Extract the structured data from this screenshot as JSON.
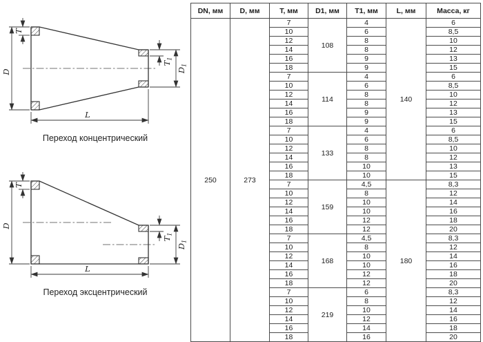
{
  "dim_labels": {
    "T": "T",
    "D": "D",
    "L": "L",
    "T1_base": "T",
    "T1_sub": "1",
    "D1_base": "D",
    "D1_sub": "1"
  },
  "diagrams": {
    "concentric": {
      "caption": "Переход концентрический"
    },
    "eccentric": {
      "caption": "Переход эксцентрический"
    }
  },
  "table": {
    "headers": [
      "DN, мм",
      "D, мм",
      "T, мм",
      "D1, мм",
      "T1, мм",
      "L, мм",
      "Масса, кг"
    ],
    "dn": "250",
    "d": "273",
    "l_column": [
      {
        "value": "140",
        "span": 18
      },
      {
        "value": "180",
        "span": 18
      }
    ],
    "groups": [
      {
        "d1": "108",
        "rows": [
          [
            "7",
            "4",
            "6"
          ],
          [
            "10",
            "6",
            "8,5"
          ],
          [
            "12",
            "8",
            "10"
          ],
          [
            "14",
            "8",
            "12"
          ],
          [
            "16",
            "9",
            "13"
          ],
          [
            "18",
            "9",
            "15"
          ]
        ]
      },
      {
        "d1": "114",
        "rows": [
          [
            "7",
            "4",
            "6"
          ],
          [
            "10",
            "6",
            "8,5"
          ],
          [
            "12",
            "8",
            "10"
          ],
          [
            "14",
            "8",
            "12"
          ],
          [
            "16",
            "9",
            "13"
          ],
          [
            "18",
            "9",
            "15"
          ]
        ]
      },
      {
        "d1": "133",
        "rows": [
          [
            "7",
            "4",
            "6"
          ],
          [
            "10",
            "6",
            "8,5"
          ],
          [
            "12",
            "8",
            "10"
          ],
          [
            "14",
            "8",
            "12"
          ],
          [
            "16",
            "10",
            "13"
          ],
          [
            "18",
            "10",
            "15"
          ]
        ]
      },
      {
        "d1": "159",
        "rows": [
          [
            "7",
            "4,5",
            "8,3"
          ],
          [
            "10",
            "8",
            "12"
          ],
          [
            "12",
            "10",
            "14"
          ],
          [
            "14",
            "10",
            "16"
          ],
          [
            "16",
            "12",
            "18"
          ],
          [
            "18",
            "12",
            "20"
          ]
        ]
      },
      {
        "d1": "168",
        "rows": [
          [
            "7",
            "4,5",
            "8,3"
          ],
          [
            "10",
            "8",
            "12"
          ],
          [
            "12",
            "10",
            "14"
          ],
          [
            "14",
            "10",
            "16"
          ],
          [
            "16",
            "12",
            "18"
          ],
          [
            "18",
            "12",
            "20"
          ]
        ]
      },
      {
        "d1": "219",
        "rows": [
          [
            "7",
            "6",
            "8,3"
          ],
          [
            "10",
            "8",
            "12"
          ],
          [
            "12",
            "10",
            "14"
          ],
          [
            "14",
            "12",
            "16"
          ],
          [
            "16",
            "14",
            "18"
          ],
          [
            "18",
            "16",
            "20"
          ]
        ]
      }
    ]
  }
}
